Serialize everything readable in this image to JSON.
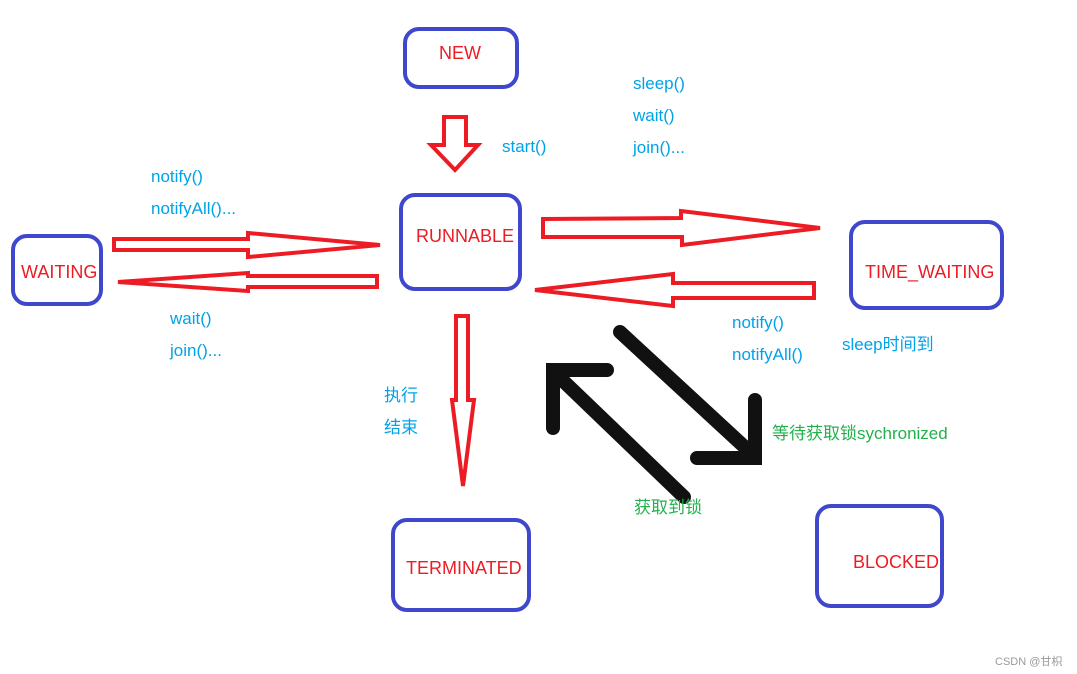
{
  "diagram": {
    "title": "Java thread state diagram",
    "colors": {
      "state_border": "#3f48cc",
      "state_text": "#ed1c24",
      "transition_arrow": "#ed1c24",
      "lock_arrow": "#111111",
      "method_label": "#00a2e8",
      "lock_label": "#22b14c"
    },
    "states": {
      "new": "NEW",
      "runnable": "RUNNABLE",
      "waiting": "WAITING",
      "time_waiting": "TIME_WAITING",
      "terminated": "TERMINATED",
      "blocked": "BLOCKED"
    },
    "labels": {
      "start": "start()",
      "to_time_waiting": [
        "sleep()",
        "wait()",
        "join()..."
      ],
      "from_waiting": [
        "notify()",
        "notifyAll()..."
      ],
      "to_waiting": [
        "wait()",
        "join()..."
      ],
      "from_time_waiting": [
        "notify()",
        "notifyAll()"
      ],
      "sleep_timeout": "sleep时间到",
      "terminate": [
        "执行",
        "结束"
      ],
      "wait_lock": "等待获取锁sychronized",
      "got_lock": "获取到锁"
    },
    "edges": [
      {
        "from": "NEW",
        "to": "RUNNABLE",
        "label": "start()"
      },
      {
        "from": "RUNNABLE",
        "to": "TIME_WAITING",
        "label": "sleep() / wait() / join()..."
      },
      {
        "from": "TIME_WAITING",
        "to": "RUNNABLE",
        "label": "notify() / notifyAll() / sleep时间到"
      },
      {
        "from": "WAITING",
        "to": "RUNNABLE",
        "label": "notify() / notifyAll()..."
      },
      {
        "from": "RUNNABLE",
        "to": "WAITING",
        "label": "wait() / join()..."
      },
      {
        "from": "RUNNABLE",
        "to": "TERMINATED",
        "label": "执行结束"
      },
      {
        "from": "RUNNABLE",
        "to": "BLOCKED",
        "label": "等待获取锁sychronized"
      },
      {
        "from": "BLOCKED",
        "to": "RUNNABLE",
        "label": "获取到锁"
      }
    ]
  },
  "watermark": "CSDN @甘枳"
}
